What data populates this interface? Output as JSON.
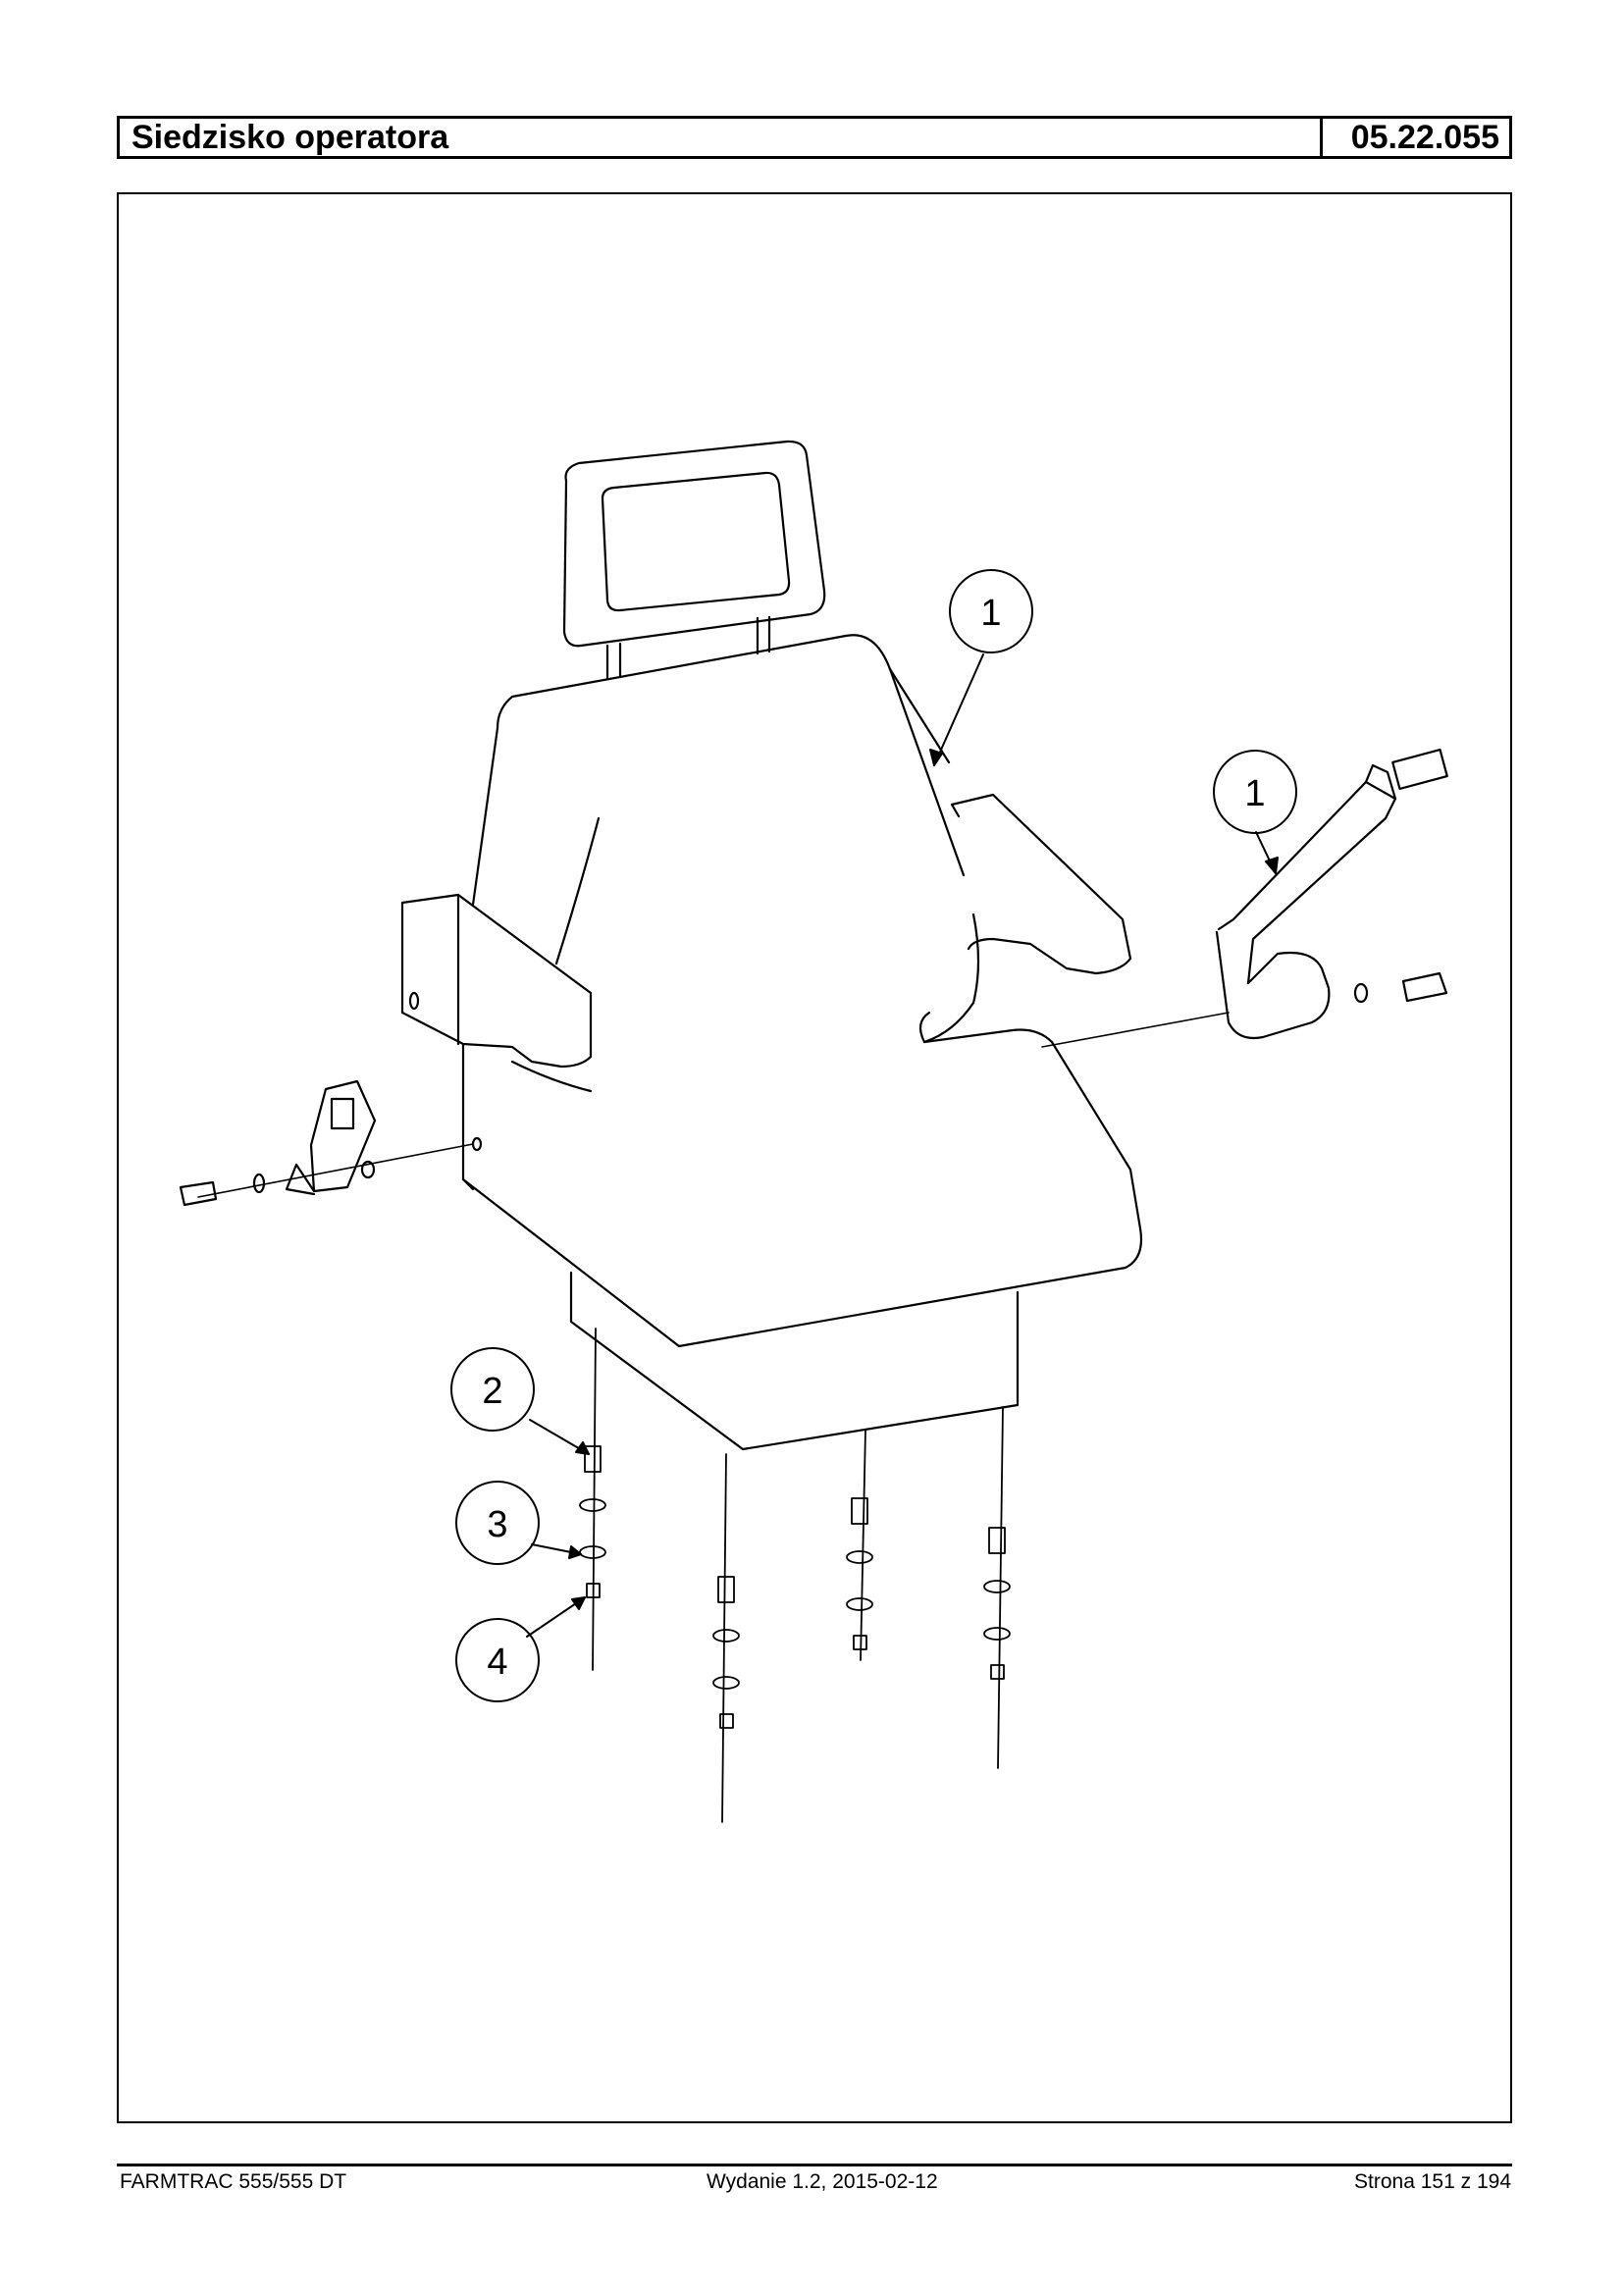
{
  "header": {
    "title": "Siedzisko operatora",
    "code": "05.22.055"
  },
  "diagram": {
    "callouts": [
      {
        "label": "1"
      },
      {
        "label": "1"
      },
      {
        "label": "2"
      },
      {
        "label": "3"
      },
      {
        "label": "4"
      }
    ]
  },
  "footer": {
    "model": "FARMTRAC 555/555 DT",
    "edition": "Wydanie 1.2,  2015-02-12",
    "page": "Strona 151 z 194"
  }
}
